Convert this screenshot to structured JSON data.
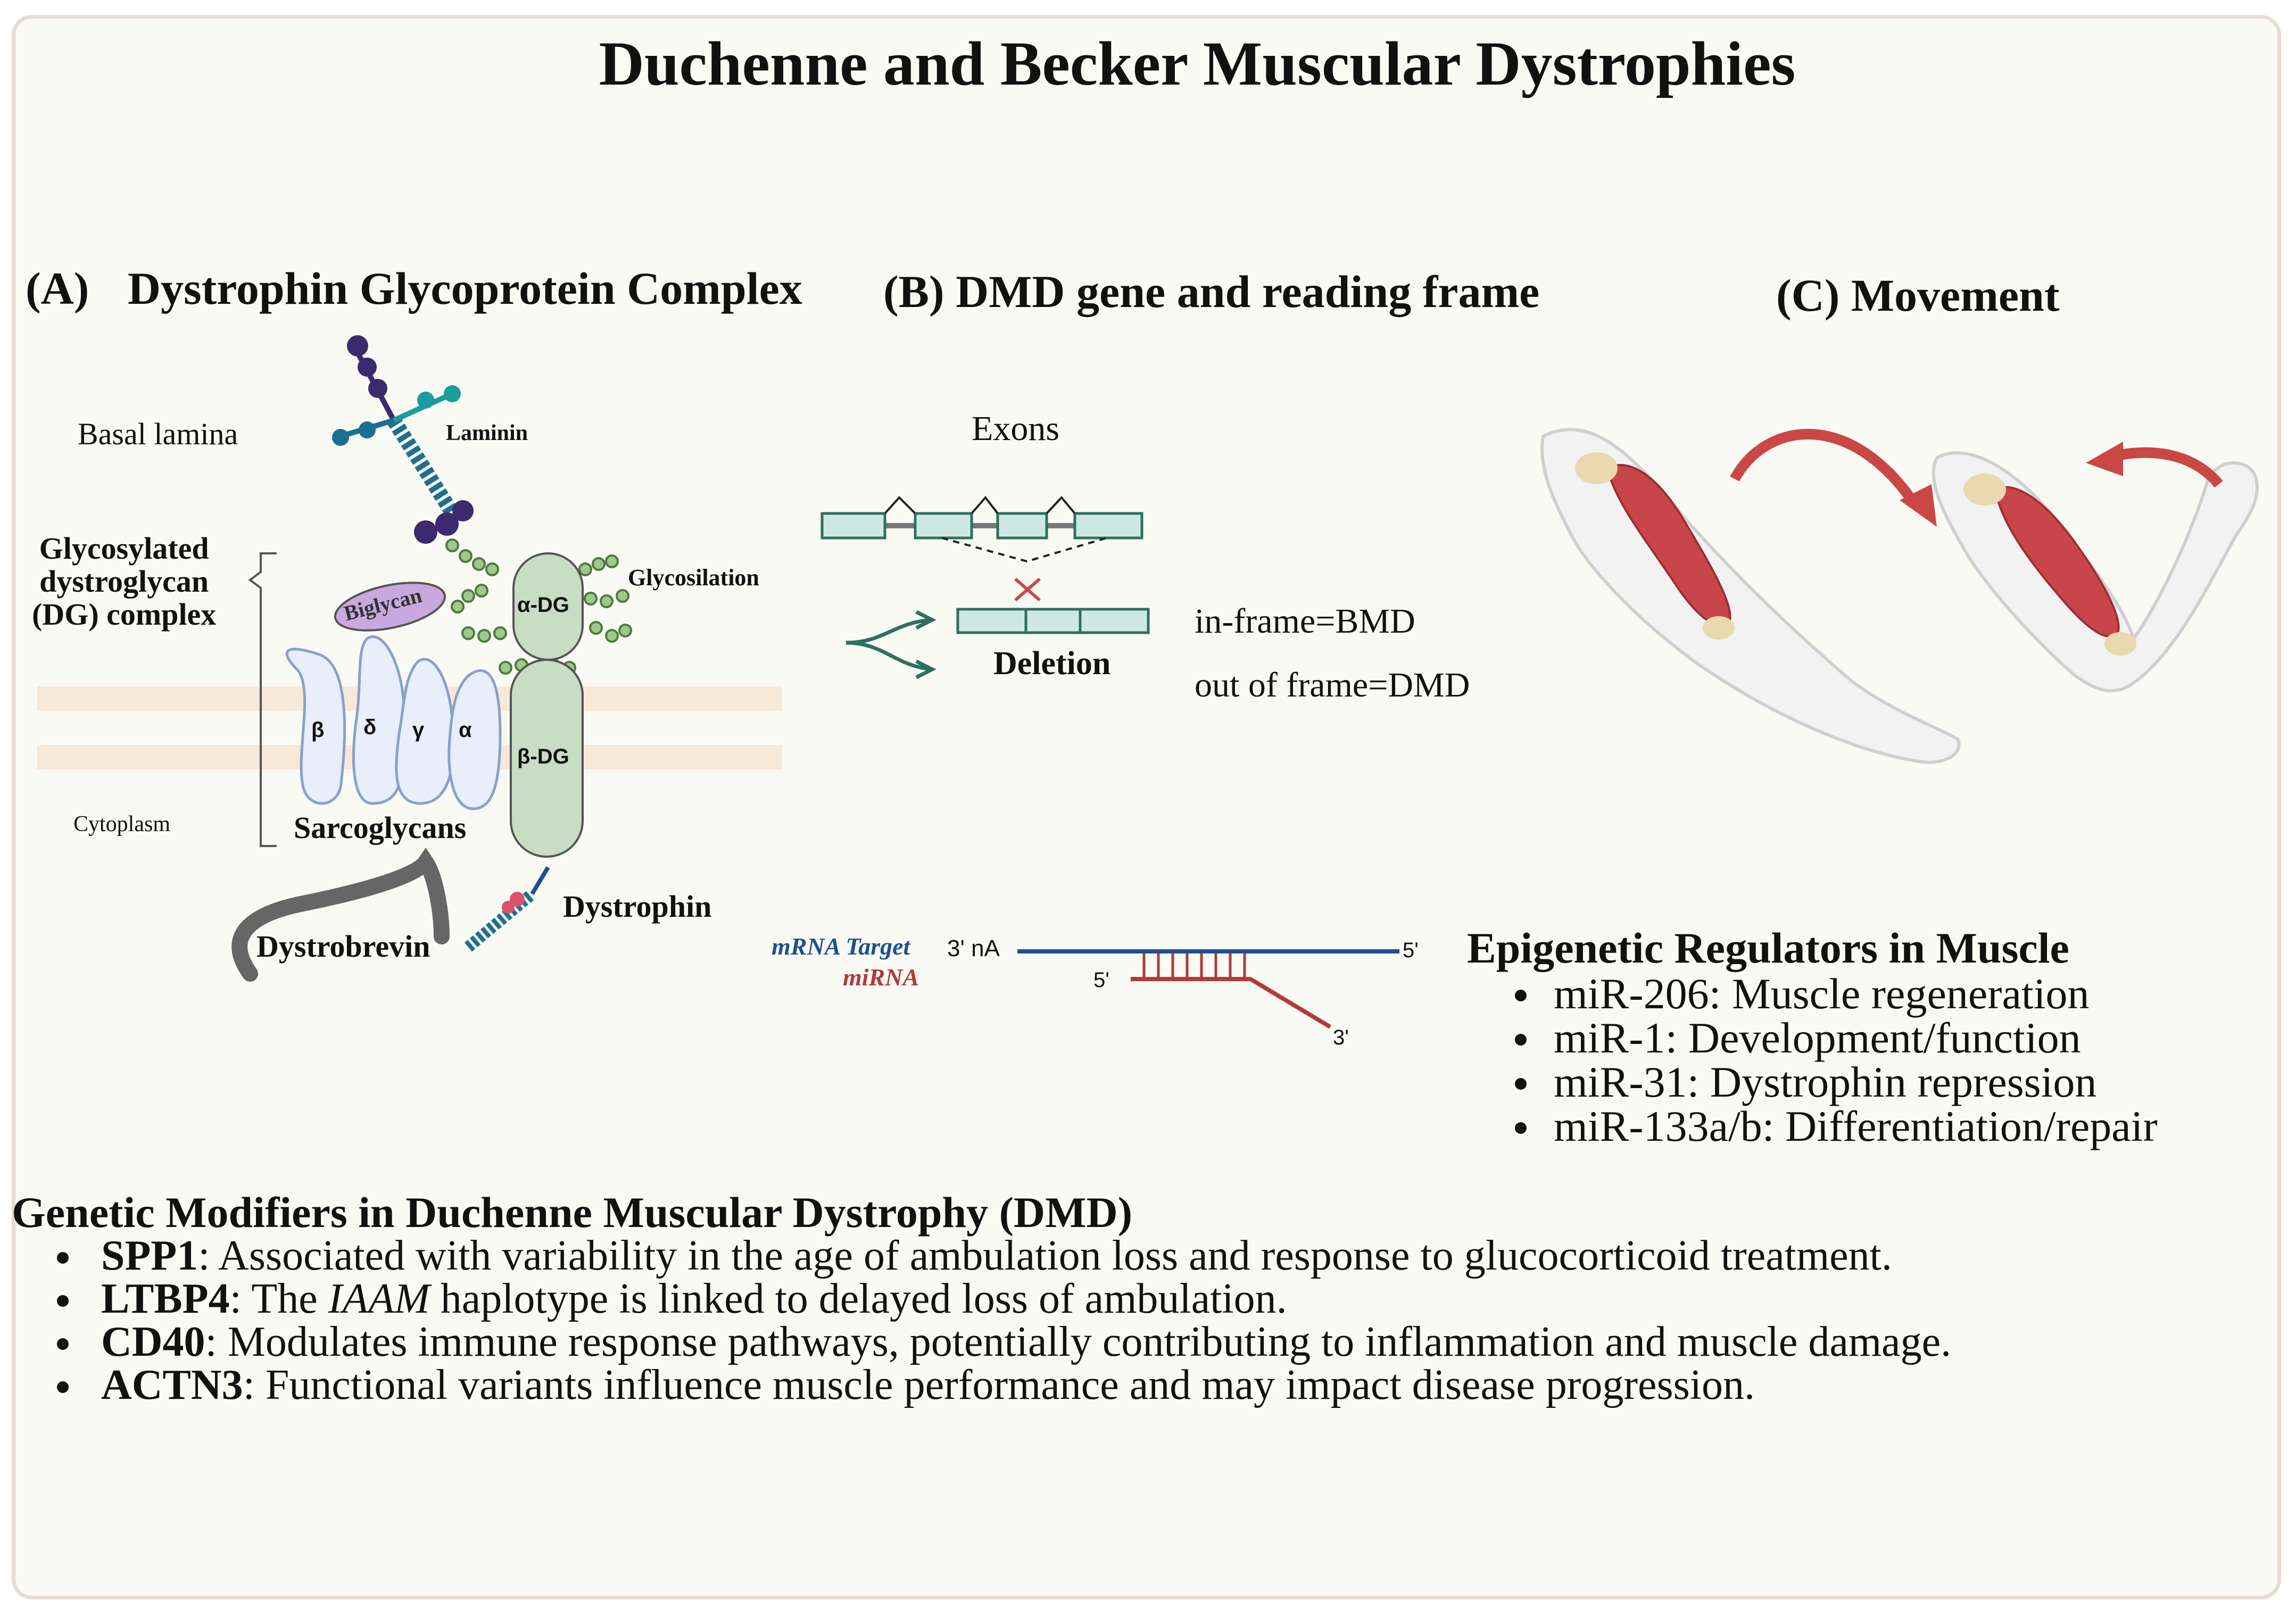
{
  "title": "Duchenne and Becker Muscular Dystrophies",
  "panel_a": {
    "label": "(A)",
    "title": "Dystrophin Glycoprotein Complex",
    "basal_lamina": "Basal lamina",
    "laminin": "Laminin",
    "dg_complex": "Glycosylated\ndystroglycan\n(DG) complex",
    "biglycan": "Biglycan",
    "glycosylation": "Glycosilation",
    "alpha_dg": "α-DG",
    "beta_dg": "β-DG",
    "sarcoglycan_letters": [
      "β",
      "δ",
      "γ",
      "α"
    ],
    "sarcoglycans": "Sarcoglycans",
    "cytoplasm": "Cytoplasm",
    "dystrobrevin": "Dystrobrevin",
    "dystrophin": "Dystrophin"
  },
  "panel_b": {
    "title": "(B) DMD gene and reading frame",
    "exons": "Exons",
    "deletion": "Deletion",
    "in_frame": "in-frame=BMD",
    "out_frame": "out of frame=DMD"
  },
  "panel_c": {
    "title": "(C) Movement"
  },
  "mirna": {
    "mrna_target": "mRNA Target",
    "mirna_label": "miRNA",
    "three_prime_na": "3' nA",
    "five_prime_top": "5'",
    "five_prime_bottom": "5'",
    "three_prime_bottom": "3'"
  },
  "epigenetic": {
    "heading": "Epigenetic Regulators in Muscle",
    "items": [
      "miR-206: Muscle regeneration",
      "miR-1: Development/function",
      "miR-31: Dystrophin repression",
      "miR-133a/b: Differentiation/repair"
    ]
  },
  "genetic": {
    "heading": "Genetic Modifiers in Duchenne Muscular Dystrophy (DMD)",
    "items": [
      {
        "gene": "SPP1",
        "text": ": Associated with variability in the age of ambulation loss and response to glucocorticoid treatment."
      },
      {
        "gene": "LTBP4",
        "pre": ": The ",
        "italic": "IAAM",
        "text": " haplotype is linked to delayed loss of ambulation."
      },
      {
        "gene": "CD40",
        "text": ": Modulates immune response pathways, potentially contributing to inflammation and muscle damage."
      },
      {
        "gene": "ACTN3",
        "text": ": Functional variants influence muscle performance and may impact disease progression."
      }
    ]
  },
  "colors": {
    "exon_fill": "#cfe9e2",
    "exon_stroke": "#2f6f60",
    "mrna_blue": "#1f4f8f",
    "mirna_red": "#b33a3a",
    "membrane": "#f6d9bf",
    "sarcoglycan_fill": "#e8eefa",
    "dg_fill": "#c9dcc4",
    "biglycan_fill": "#c9a8e0",
    "laminin_dark": "#3b2a6e",
    "laminin_teal": "#1b9c9c",
    "muscle_red": "#c8464a",
    "arrow_red": "#c94846"
  }
}
